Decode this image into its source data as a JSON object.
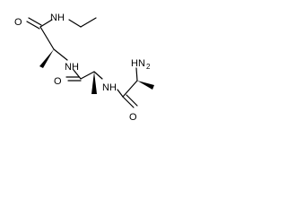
{
  "molecule": {
    "atoms": [
      {
        "label": "O"
      },
      {
        "label": "N"
      },
      {
        "label": "H"
      },
      {
        "label": "N"
      },
      {
        "label": "H"
      },
      {
        "label": "O"
      },
      {
        "label": "N"
      },
      {
        "label": "H"
      },
      {
        "label": "H"
      },
      {
        "label": "N"
      },
      {
        "label": "2"
      },
      {
        "label": "O"
      }
    ]
  }
}
